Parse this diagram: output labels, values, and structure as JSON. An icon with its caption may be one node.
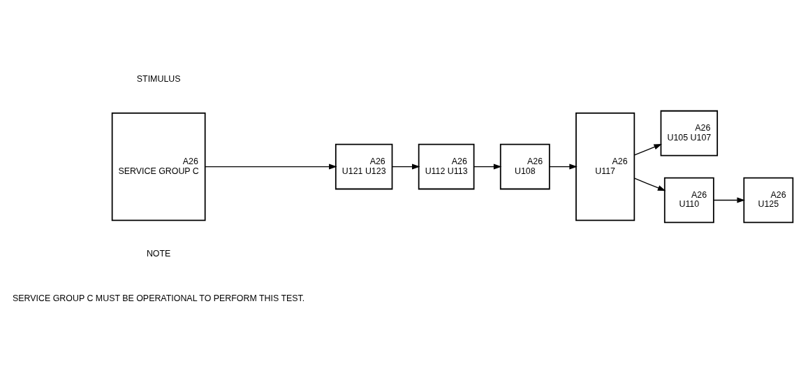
{
  "diagram": {
    "nodes": [
      {
        "text": [
          "A26",
          "SERVICE GROUP C"
        ]
      },
      {
        "text": [
          "A26",
          "U121 U123"
        ]
      },
      {
        "text": [
          "A26",
          "U112 U113"
        ]
      },
      {
        "text": [
          "A26",
          "U108"
        ]
      },
      {
        "text": [
          "A26",
          "U117"
        ]
      },
      {
        "text": [
          "A26",
          "U105 U107"
        ]
      },
      {
        "text": [
          "A26",
          "U110"
        ]
      },
      {
        "text": [
          "A26",
          "U125"
        ]
      }
    ],
    "edges": [
      {
        "from": 0,
        "to": 1,
        "arrow": "to"
      },
      {
        "from": 1,
        "to": 2,
        "arrow": "to"
      },
      {
        "from": 2,
        "to": 3,
        "arrow": "to"
      },
      {
        "from": 3,
        "to": 4,
        "arrow": "to"
      },
      {
        "from": 4,
        "to": 5,
        "arrow": "to"
      },
      {
        "from": 4,
        "to": 6,
        "arrow": "to"
      },
      {
        "from": 6,
        "to": 7,
        "arrow": "to"
      }
    ],
    "labels": [
      "STIMULUS",
      "NOTE",
      "SERVICE GROUP C MUST BE OPERATIONAL TO PERFORM THIS TEST."
    ]
  }
}
